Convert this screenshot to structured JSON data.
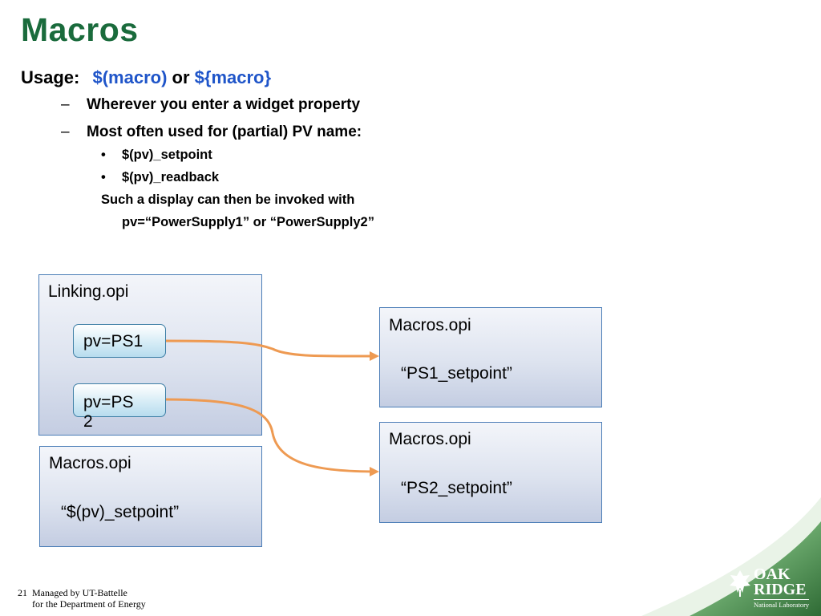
{
  "slide": {
    "title": "Macros",
    "usage": {
      "label": "Usage:",
      "macro1": "$(macro)",
      "or": "or",
      "macro2": "${macro}"
    },
    "dash_items": [
      "Wherever you enter a widget property",
      "Most often used for (partial) PV name:"
    ],
    "bullets": [
      "$(pv)_setpoint",
      "$(pv)_readback"
    ],
    "para_line1": "Such a display can then be invoked with",
    "para_line2": "pv=“PowerSupply1” or “PowerSupply2”"
  },
  "diagram": {
    "linking_box": {
      "title": "Linking.opi",
      "chip1": "pv=PS1",
      "chip2_line1": "pv=PS",
      "chip2_line2": "2"
    },
    "macros_left": {
      "title": "Macros.opi",
      "text": "“$(pv)_setpoint”"
    },
    "macros_top": {
      "title": "Macros.opi",
      "text": "“PS1_setpoint”"
    },
    "macros_bottom": {
      "title": "Macros.opi",
      "text": "“PS2_setpoint”"
    },
    "arrow_color": "#ee9a52"
  },
  "footer": {
    "page_number": "21",
    "line1": "Managed by UT-Battelle",
    "line2": "for the Department of Energy"
  },
  "logo": {
    "word1": "OAK",
    "word2": "RIDGE",
    "word3": "National Laboratory"
  },
  "colors": {
    "title_green": "#1a6b3c",
    "macro_blue": "#1f55c9",
    "box_border": "#4b7db7"
  }
}
